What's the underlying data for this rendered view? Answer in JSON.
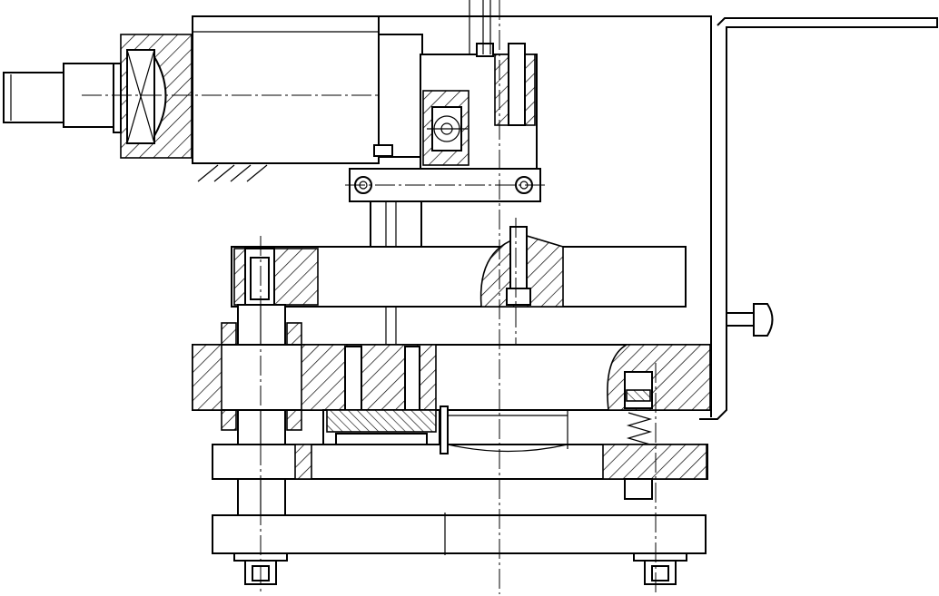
{
  "drawing": {
    "colors": {
      "line": "#000000",
      "background": "#ffffff"
    },
    "components": [
      "motor",
      "motor-shaft",
      "bearing-housing",
      "cam-follower-assembly",
      "pivot-bracket",
      "upper-die-plate",
      "lower-die-block",
      "stripper-plate",
      "base-plate",
      "guide-pillar",
      "side-guard-frame",
      "adjusting-knob",
      "compression-spring",
      "leveling-foot"
    ]
  }
}
